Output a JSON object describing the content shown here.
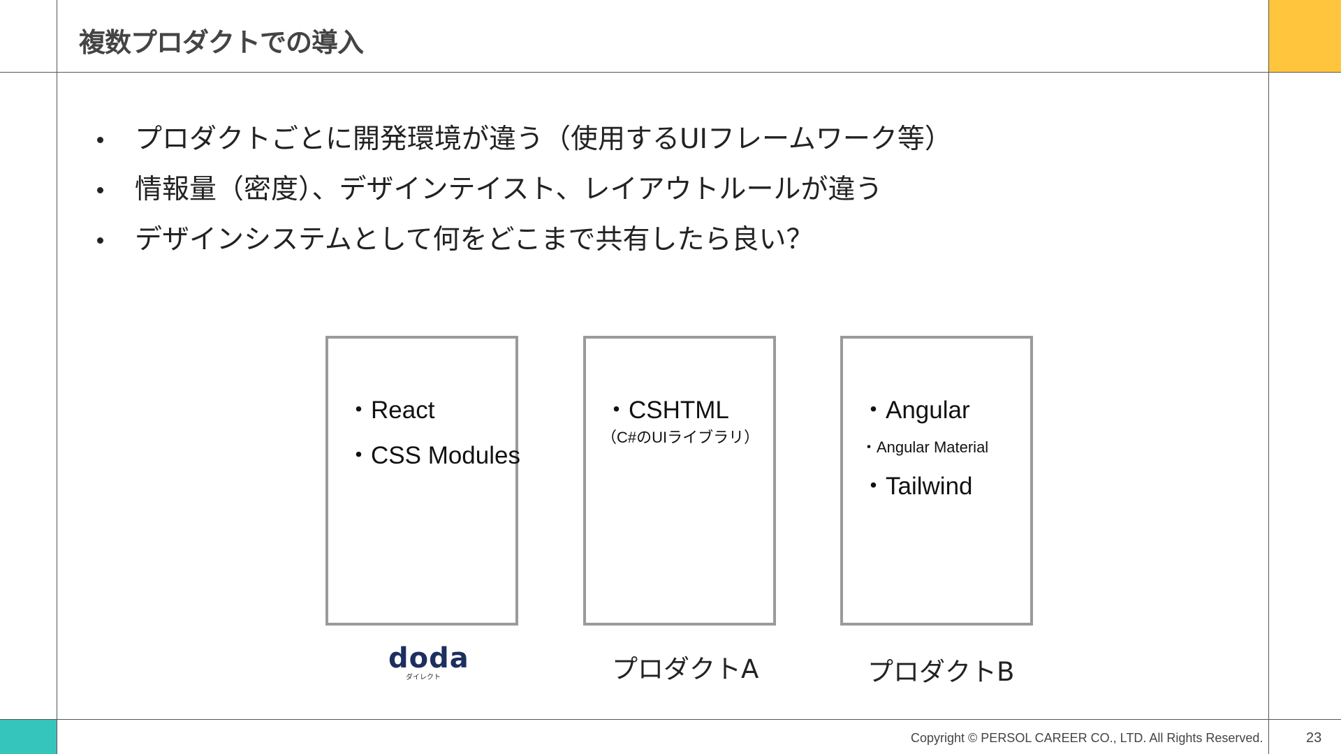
{
  "slide": {
    "title": "複数プロダクトでの導入",
    "bullets": [
      "プロダクトごとに開発環境が違う（使用するUIフレームワーク等）",
      "情報量（密度）、デザインテイスト、レイアウトルールが違う",
      "デザインシステムとして何をどこまで共有したら良い？"
    ]
  },
  "cards": [
    {
      "items": [
        "・React",
        "・CSS Modules"
      ]
    },
    {
      "items": [
        "・CSHTML",
        "（C#のUIライブラリ）"
      ]
    },
    {
      "items": [
        "・Angular",
        "・Angular Material",
        "・Tailwind"
      ]
    }
  ],
  "products": {
    "logo_word": "doda",
    "logo_sub": "ダイレクト",
    "a": "プロダクトA",
    "b": "プロダクトB"
  },
  "footer": {
    "copyright": "Copyright © PERSOL CAREER CO., LTD. All Rights Reserved.",
    "page_number": "23"
  },
  "colors": {
    "accent_yellow": "#FFC53D",
    "accent_teal": "#36C5BD",
    "logo_navy": "#1C2F5E",
    "card_border": "#9A9A9A"
  }
}
